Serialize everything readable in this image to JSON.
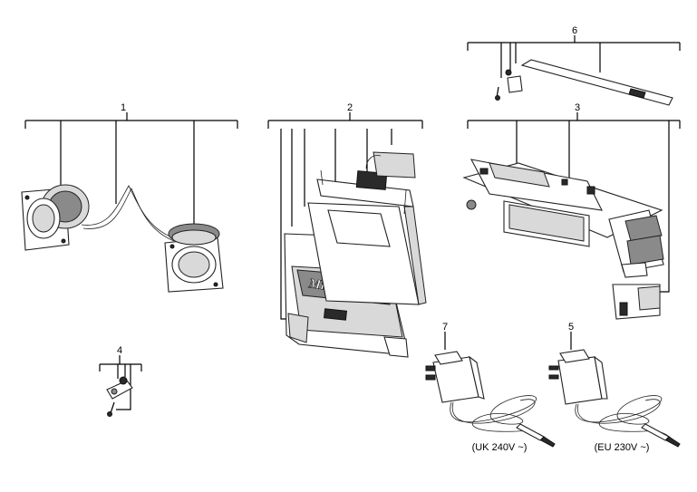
{
  "callouts": [
    {
      "id": "1",
      "label": "1"
    },
    {
      "id": "2",
      "label": "2"
    },
    {
      "id": "3",
      "label": "3"
    },
    {
      "id": "4",
      "label": "4"
    },
    {
      "id": "5",
      "label": "5"
    },
    {
      "id": "6",
      "label": "6"
    },
    {
      "id": "7",
      "label": "7"
    }
  ],
  "captions": {
    "uk_adapter": "(UK 240V ~)",
    "eu_adapter": "(EU 230V ~)"
  },
  "logo_text": "Milwaukee",
  "colors": {
    "line": "#000000",
    "background": "#ffffff"
  }
}
